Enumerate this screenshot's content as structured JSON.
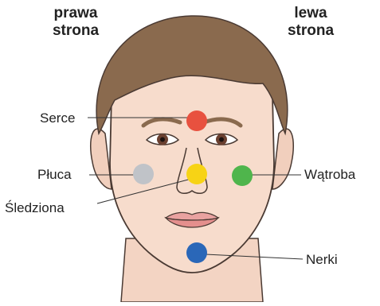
{
  "side_labels": {
    "right": "prawa\nstrona",
    "left": "lewa\nstrona"
  },
  "organs": [
    {
      "key": "heart",
      "label": "Serce",
      "color": "#e8513f"
    },
    {
      "key": "lungs",
      "label": "Płuca",
      "color": "#c0c3c8"
    },
    {
      "key": "spleen",
      "label": "Śledziona",
      "color": "#f7d315"
    },
    {
      "key": "liver",
      "label": "Wątroba",
      "color": "#4fb54c"
    },
    {
      "key": "kidneys",
      "label": "Nerki",
      "color": "#2a67b8"
    }
  ],
  "colors": {
    "hair": "#8a6a4e",
    "skin": "#f7dccc",
    "outline": "#4a3a33",
    "lips": "#e9a2a0",
    "iris": "#6b4030"
  }
}
